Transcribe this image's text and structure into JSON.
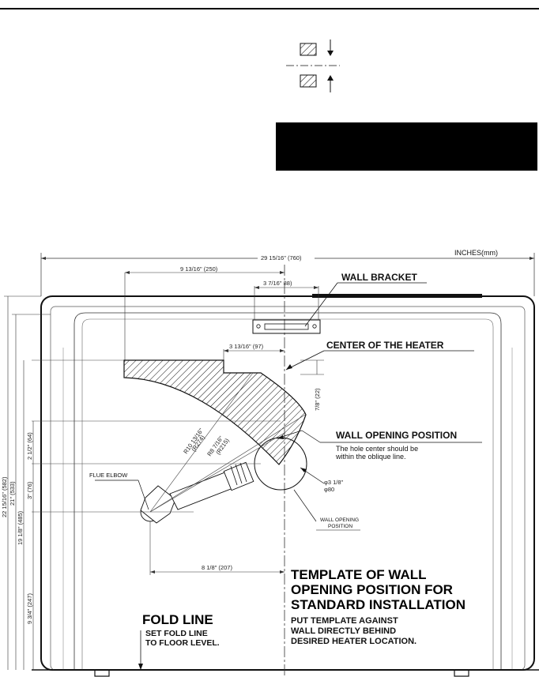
{
  "units_label": "INCHES(mm)",
  "labels": {
    "wall_bracket": "WALL BRACKET",
    "center_heater": "CENTER OF THE HEATER",
    "wall_opening_title": "WALL OPENING POSITION",
    "wall_opening_note1": "The hole center should be",
    "wall_opening_note2": "within the oblique line.",
    "flue_elbow": "FLUE ELBOW",
    "wall_opening_small1": "WALL OPENING",
    "wall_opening_small2": "POSITION",
    "template_line1": "TEMPLATE OF WALL",
    "template_line2": "OPENING POSITION FOR",
    "template_line3": "STANDARD INSTALLATION",
    "template_note1": "PUT TEMPLATE AGAINST",
    "template_note2": "WALL DIRECTLY BEHIND",
    "template_note3": "DESIRED HEATER LOCATION.",
    "fold_title": "FOLD LINE",
    "fold_note1": "SET FOLD LINE",
    "fold_note2": "TO FLOOR LEVEL."
  },
  "dimensions": {
    "total_width": "29 15/16\" (760)",
    "dim_9_13_16": "9 13/16\" (250)",
    "dim_3_7_16": "3 7/16\"  88)",
    "dim_3_13_16": "3 13/16\" (97)",
    "dim_7_8": "7/8\" (22)",
    "dim_r10": "R10 13/16\"",
    "dim_r10_mm": "(R274)",
    "dim_r8": "R8 7/16\"",
    "dim_r8_mm": "(R215)",
    "dim_phi": "φ3 1/8\"",
    "dim_phi_mm": "φ80",
    "dim_8_1_8": "8 1/8\" (207)",
    "v_22": "22 15/16\" (582)",
    "v_21": "21\" (533)",
    "v_19": "19 1/8\" (485)",
    "v_9": "9 3/4\" (247)",
    "v_3": "3\" (76)",
    "v_2": "2 1/2\" (64)"
  }
}
